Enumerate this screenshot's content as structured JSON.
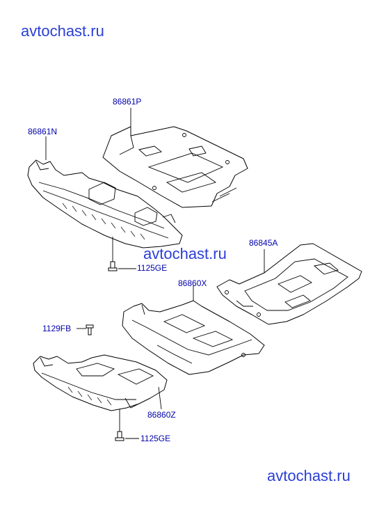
{
  "watermarks": {
    "top": "avtochast.ru",
    "middle": "avtochast.ru",
    "bottom": "avtochast.ru"
  },
  "labels": {
    "p86861P": "86861P",
    "p86861N": "86861N",
    "p1125GE_upper": "1125GE",
    "p86845A": "86845A",
    "p86860X": "86860X",
    "p1129FB": "1129FB",
    "p86860Z": "86860Z",
    "p1125GE_lower": "1125GE"
  }
}
